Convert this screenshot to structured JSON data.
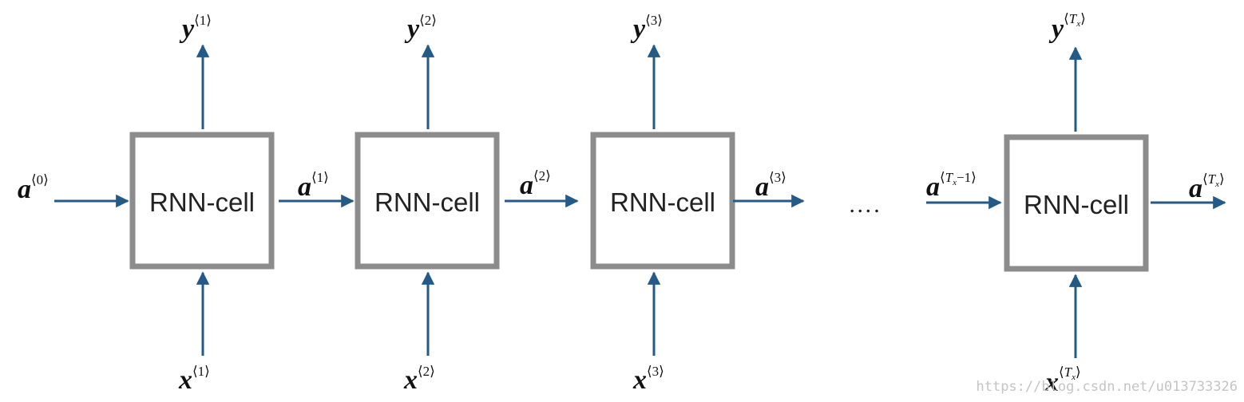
{
  "cells": [
    {
      "label": "RNN-cell",
      "input_var": "x",
      "input_sup": "⟨1⟩",
      "output_var": "y",
      "output_sup": "⟨1⟩",
      "left_var": "a",
      "left_sup": "⟨0⟩"
    },
    {
      "label": "RNN-cell",
      "input_var": "x",
      "input_sup": "⟨2⟩",
      "output_var": "y",
      "output_sup": "⟨2⟩",
      "left_var": "a",
      "left_sup": "⟨1⟩"
    },
    {
      "label": "RNN-cell",
      "input_var": "x",
      "input_sup": "⟨3⟩",
      "output_var": "y",
      "output_sup": "⟨3⟩",
      "left_var": "a",
      "left_sup": "⟨2⟩",
      "right_var": "a",
      "right_sup": "⟨3⟩"
    },
    {
      "label": "RNN-cell",
      "input_var": "x",
      "input_sup_pre": "⟨",
      "input_sup_it": "T",
      "input_sup_sub": "x",
      "input_sup_post": "⟩",
      "output_var": "y",
      "output_sup_pre": "⟨",
      "output_sup_it": "T",
      "output_sup_sub": "x",
      "output_sup_post": "⟩",
      "left_var": "a",
      "left_sup_pre": "⟨",
      "left_sup_it": "T",
      "left_sup_sub": "x",
      "left_sup_post": "−1⟩",
      "right_var": "a",
      "right_sup_pre": "⟨",
      "right_sup_it": "T",
      "right_sup_sub": "x",
      "right_sup_post": "⟩"
    }
  ],
  "ellipsis": "….",
  "watermark": "https://blog.csdn.net/u013733326",
  "colors": {
    "arrow": "#245a88",
    "box": "#8c8c8c",
    "text": "#111111"
  }
}
